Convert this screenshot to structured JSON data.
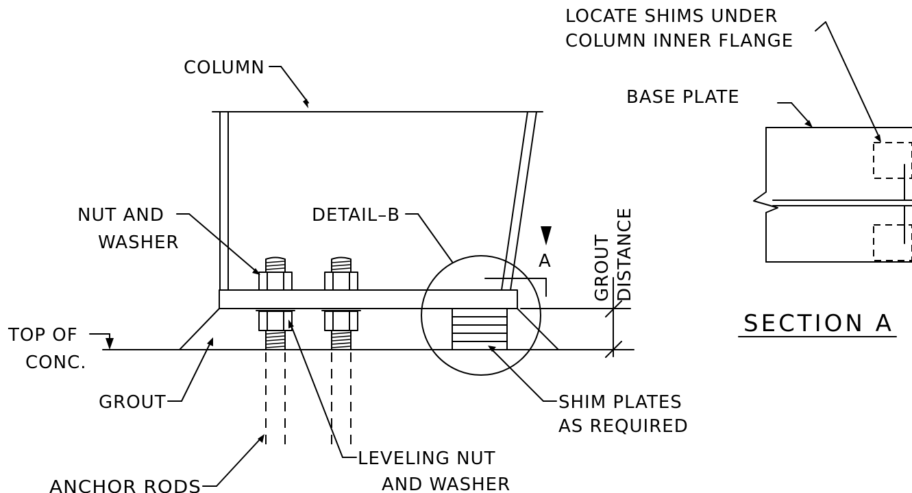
{
  "labels": {
    "column": "COLUMN",
    "nut_washer_1": "NUT AND",
    "nut_washer_2": "WASHER",
    "top_conc_1": "TOP OF",
    "top_conc_2": "CONC.",
    "detail_b": "DETAIL–B",
    "section_mark": "A",
    "grout_distance_1": "GROUT",
    "grout_distance_2": "DISTANCE",
    "grout": "GROUT",
    "anchor_rods": "ANCHOR RODS",
    "leveling_1": "LEVELING NUT",
    "leveling_2": "AND WASHER",
    "shim_1": "SHIM PLATES",
    "shim_2": "AS REQUIRED",
    "locate_1": "LOCATE SHIMS UNDER",
    "locate_2": "COLUMN INNER FLANGE",
    "base_plate": "BASE PLATE",
    "section_title": "SECTION A"
  }
}
